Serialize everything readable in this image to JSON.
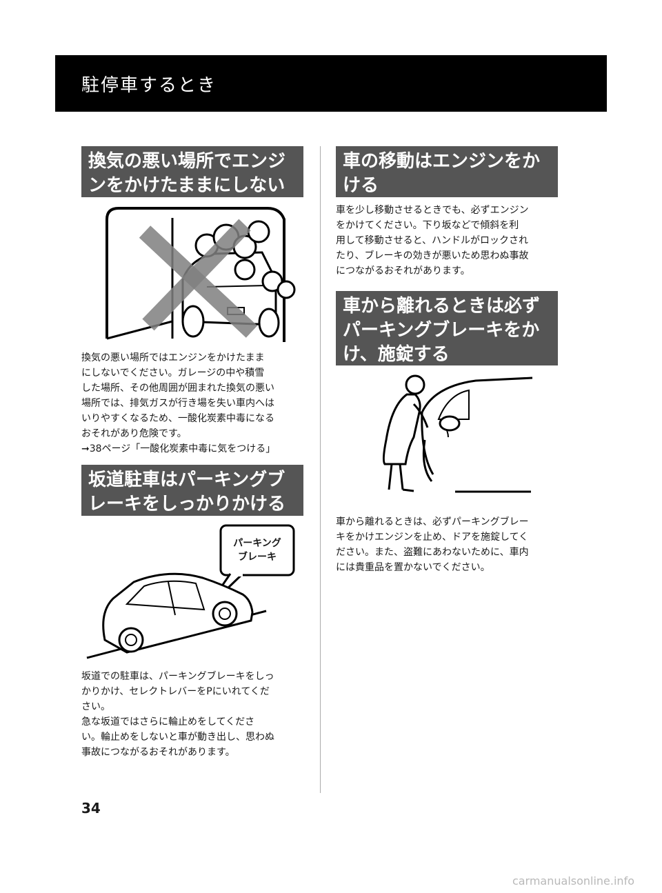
{
  "header": {
    "title": "駐停車するとき"
  },
  "left": {
    "section1": {
      "heading_line1": "換気の悪い場所でエンジ",
      "heading_line2": "ンをかけたままにしない",
      "lines": [
        "換気の悪い場所ではエンジンをかけたまま",
        "にしないでください。ガレージの中や積雪",
        "した場所、その他周囲が囲まれた換気の悪い",
        "場所では、排気ガスが行き場を失い車内へは",
        "いりやすくなるため、一酸化炭素中毒になる",
        "おそれがあり危険です。",
        "➞38ページ「一酸化炭素中毒に気をつける」"
      ]
    },
    "section2": {
      "heading_line1": "坂道駐車はパーキングブ",
      "heading_line2": "レーキをしっかりかける",
      "callout_line1": "パーキング",
      "callout_line2": "ブレーキ",
      "lines": [
        "坂道での駐車は、パーキングブレーキをしっ",
        "かりかけ、セレクトレバーをPにいれてくだ",
        "さい。",
        "急な坂道ではさらに輪止めをしてくださ",
        "い。輪止めをしないと車が動き出し、思わぬ",
        "事故につながるおそれがあります。"
      ]
    }
  },
  "right": {
    "section3": {
      "heading_line1": "車の移動はエンジンをか",
      "heading_line2": "ける",
      "lines": [
        "車を少し移動させるときでも、必ずエンジン",
        "をかけてください。下り坂などで傾斜を利",
        "用して移動させると、ハンドルがロックされ",
        "たり、ブレーキの効きが悪いため思わぬ事故",
        "につながるおそれがあります。"
      ]
    },
    "section4": {
      "heading_line1": "車から離れるときは必ず",
      "heading_line2": "パーキングブレーキをか",
      "heading_line3": "け、施錠する",
      "lines": [
        "車から離れるときは、必ずパーキングブレー",
        "キをかけエンジンを止め、ドアを施錠してく",
        "ださい。また、盗難にあわないために、車内",
        "には貴重品を置かないでください。"
      ]
    }
  },
  "footer": {
    "page_number": "34",
    "watermark": "carmanualsonline.info"
  },
  "colors": {
    "header_bg": "#000000",
    "section_bg": "#555555",
    "x_mark": "#808080"
  }
}
